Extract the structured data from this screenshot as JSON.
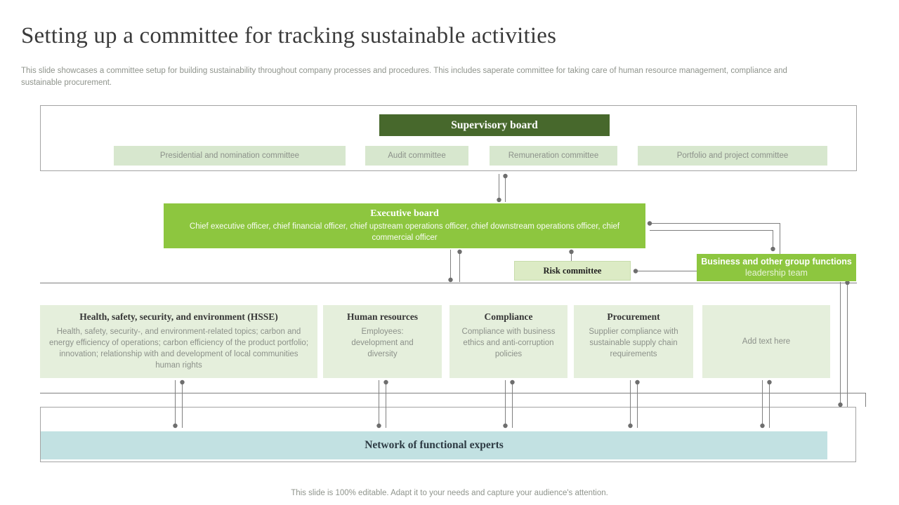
{
  "slide": {
    "title": "Setting up a committee for tracking sustainable activities",
    "description": "This slide showcases a committee setup for building sustainability throughout company processes and procedures. This includes saperate committee for taking care of human resource management, compliance and sustainable procurement.",
    "footer": "This slide is 100% editable. Adapt it to your needs and capture your audience's attention."
  },
  "org": {
    "supervisory_board": {
      "label": "Supervisory board"
    },
    "committees": [
      {
        "label": "Presidential and nomination committee"
      },
      {
        "label": "Audit committee"
      },
      {
        "label": "Remuneration committee"
      },
      {
        "label": "Portfolio and project committee"
      }
    ],
    "executive_board": {
      "title": "Executive board",
      "members": "Chief executive officer, chief financial officer, chief upstream operations officer, chief downstream operations officer, chief commercial officer"
    },
    "risk_committee": {
      "label": "Risk committee"
    },
    "business_functions": {
      "bold_part": "Business and other group functions",
      "regular_part": "leadership team"
    },
    "departments": [
      {
        "title": "Health, safety, security, and environment (HSSE)",
        "body": "Health, safety, security-, and environment-related topics; carbon and energy efficiency of operations; carbon efficiency of the product portfolio; innovation; relationship with and development of local communities human rights"
      },
      {
        "title": "Human resources",
        "body": "Employees: development and diversity"
      },
      {
        "title": "Compliance",
        "body": "Compliance with business ethics and anti-corruption policies"
      },
      {
        "title": "Procurement",
        "body": "Supplier compliance with sustainable supply chain requirements"
      },
      {
        "title": "",
        "body": "Add text here"
      }
    ],
    "network_bar": {
      "label": "Network of functional experts"
    }
  },
  "colors": {
    "dark_green": "#47682c",
    "bright_green": "#8dc63f",
    "light_green": "#d7e7ce",
    "risk_green": "#dcebc5",
    "risk_border": "#c7dcab",
    "pale_green": "#e5efdc",
    "blue_bar": "#c2e1e2",
    "line_gray": "#7f7f7f",
    "dot_gray": "#6e6e6e",
    "border_gray": "#a3a3a3",
    "text_dark": "#3a3a3a",
    "text_gray": "#8f948c",
    "text_gray2": "#8c918a"
  }
}
